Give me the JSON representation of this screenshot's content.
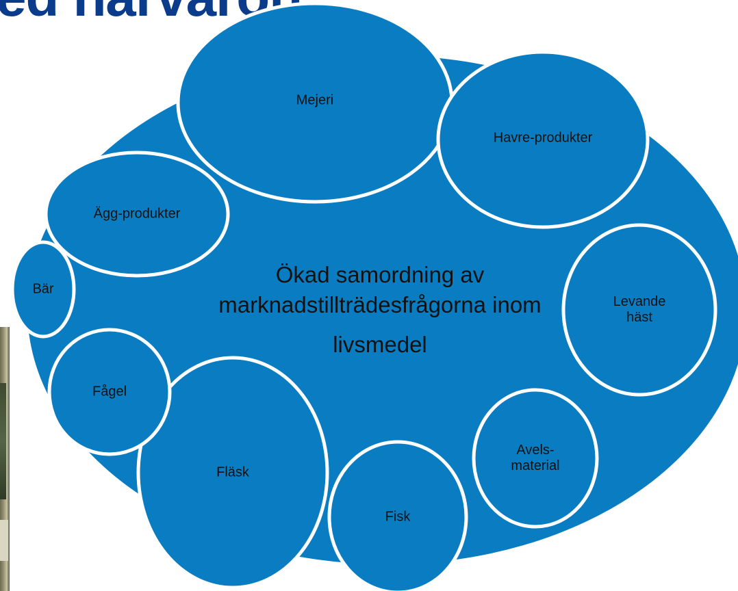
{
  "slide_title": "ed närvaron",
  "colors": {
    "title": "#0b3c8c",
    "bubble_fill": "#0a7dc2",
    "bubble_stroke": "#ffffff",
    "text": "#111111"
  },
  "center": {
    "line1": "Ökad samordning av",
    "line2": "marknadstillträdesfrågorna inom",
    "line3": "livsmedel"
  },
  "bubbles": [
    {
      "id": "mejeri",
      "label": "Mejeri"
    },
    {
      "id": "havre",
      "label": "Havre-produkter"
    },
    {
      "id": "agg",
      "label": "Ägg-produkter"
    },
    {
      "id": "bar",
      "label": "Bär"
    },
    {
      "id": "hast",
      "label": "Levande\nhäst"
    },
    {
      "id": "fagel",
      "label": "Fågel"
    },
    {
      "id": "avels",
      "label": "Avels-\nmaterial"
    },
    {
      "id": "flask",
      "label": "Fläsk"
    },
    {
      "id": "fisk",
      "label": "Fisk"
    }
  ]
}
